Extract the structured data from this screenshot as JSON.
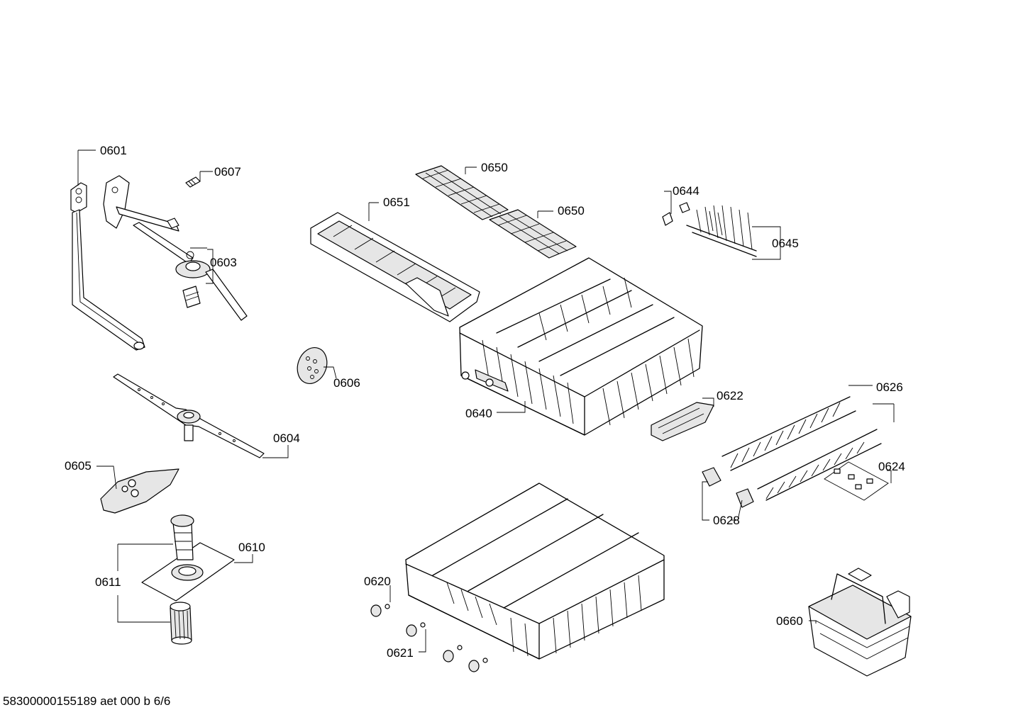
{
  "labels": {
    "p0601": "0601",
    "p0603": "0603",
    "p0604": "0604",
    "p0605": "0605",
    "p0606": "0606",
    "p0607": "0607",
    "p0610": "0610",
    "p0611": "0611",
    "p0620": "0620",
    "p0621": "0621",
    "p0622": "0622",
    "p0624": "0624",
    "p0626": "0626",
    "p0628": "0628",
    "p0640": "0640",
    "p0644": "0644",
    "p0645": "0645",
    "p0650a": "0650",
    "p0650b": "0650",
    "p0651": "0651",
    "p0660": "0660"
  },
  "footer": "58300000155189 aet 000 b 6/6"
}
